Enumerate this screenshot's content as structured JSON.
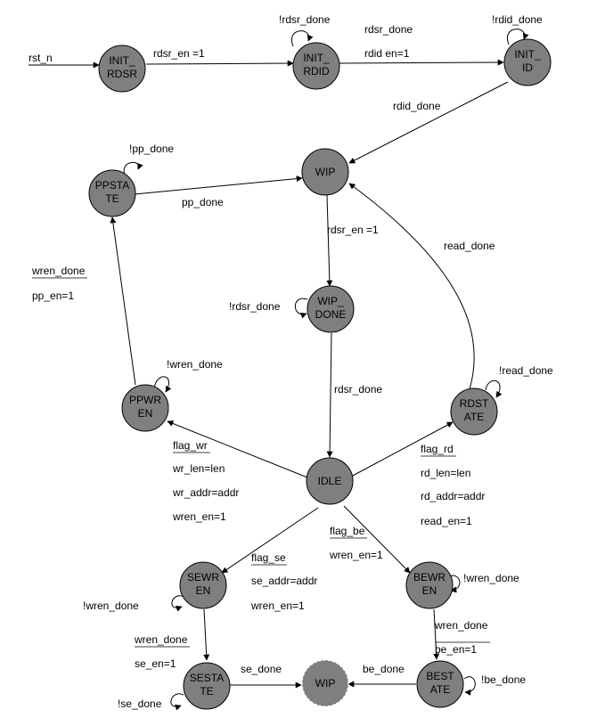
{
  "nodes": {
    "init_rdsr": [
      "INIT_",
      "RDSR"
    ],
    "init_rdid": [
      "INIT_",
      "RDID"
    ],
    "init_id": [
      "INIT_",
      "ID"
    ],
    "wip_top": [
      "WIP"
    ],
    "ppstate": [
      "PPSTA",
      "TE"
    ],
    "wip_done": [
      "WIP_",
      "DONE"
    ],
    "ppwren": [
      "PPWR",
      "EN"
    ],
    "rdstate": [
      "RDST",
      "ATE"
    ],
    "idle": [
      "IDLE"
    ],
    "sewren": [
      "SEWR",
      "EN"
    ],
    "bewren": [
      "BEWR",
      "EN"
    ],
    "sestate": [
      "SESTA",
      "TE"
    ],
    "wip_bottom": [
      "WIP"
    ],
    "bestate": [
      "BEST",
      "ATE"
    ]
  },
  "labels": {
    "rst_n": "rst_n",
    "rdsr_en_1_top": "rdsr_en =1",
    "not_rdsr_done_top": "!rdsr_done",
    "rdsr_done_top": "rdsr_done",
    "rdid_en_1": "rdid  en=1",
    "not_rdid_done": "!rdid_done",
    "rdid_done": "rdid_done",
    "not_pp_done": "!pp_done",
    "pp_done": "pp_done",
    "rdsr_en_1_mid": "rdsr_en =1",
    "read_done": "read_done",
    "wren_done_pp": "wren_done",
    "pp_en_1": "pp_en=1",
    "not_rdsr_done_mid": "!rdsr_done",
    "not_wren_done_ppwren": "!wren_done",
    "rdsr_done_mid": "rdsr_done",
    "not_read_done": "!read_done",
    "flag_wr": "flag_wr",
    "wr_len": "wr_len=len",
    "wr_addr": "wr_addr=addr",
    "wren_en_1_wr": "wren_en=1",
    "flag_rd": "flag_rd",
    "rd_len": "rd_len=len",
    "rd_addr": "rd_addr=addr",
    "read_en_1": "read_en=1",
    "flag_be": "flag_be",
    "wren_en_1_be": "wren_en=1",
    "flag_se": "flag_se",
    "se_addr": "se_addr=addr",
    "wren_en_1_se": "wren_en=1",
    "not_wren_done_bewren": "!wren_done",
    "not_wren_done_sewren": "!wren_done",
    "wren_done_be": "wren_done",
    "be_en_1": "be_en=1",
    "wren_done_se": "wren_done",
    "se_en_1": "se_en=1",
    "se_done": "se_done",
    "be_done": "be_done",
    "not_be_done": "!be_done",
    "not_se_done": "!se_done"
  }
}
